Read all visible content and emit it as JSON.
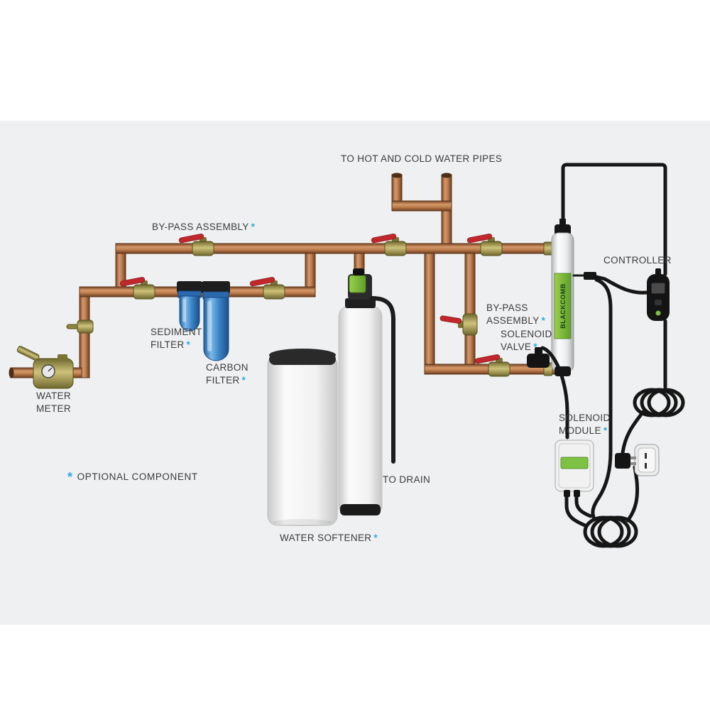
{
  "colors": {
    "accent": "#29abe2",
    "text": "#3b3b3b",
    "panel_background": "#eff0f1",
    "copper": "#b5764a",
    "filter_blue": "#2e7fc2",
    "softener_green": "#7dc242",
    "valve_red": "#c1272d"
  },
  "legend": {
    "asterisk": "*",
    "text": "OPTIONAL COMPONENT"
  },
  "labels": {
    "hot_cold_pipes": "TO HOT AND COLD WATER PIPES",
    "bypass_assembly_top": "BY-PASS ASSEMBLY",
    "controller": "CONTROLLER",
    "sediment_filter": [
      "SEDIMENT",
      "FILTER"
    ],
    "carbon_filter": [
      "CARBON",
      "FILTER"
    ],
    "bypass_assembly_right": [
      "BY-PASS",
      "ASSEMBLY"
    ],
    "solenoid_valve": [
      "SOLENOID",
      "VALVE"
    ],
    "water_meter": [
      "WATER",
      "METER"
    ],
    "solenoid_module": [
      "SOLENOID",
      "MODULE"
    ],
    "to_drain": "TO DRAIN",
    "water_softener": "WATER SOFTENER"
  },
  "uv_system": {
    "brand": "BLACKCOMB"
  }
}
